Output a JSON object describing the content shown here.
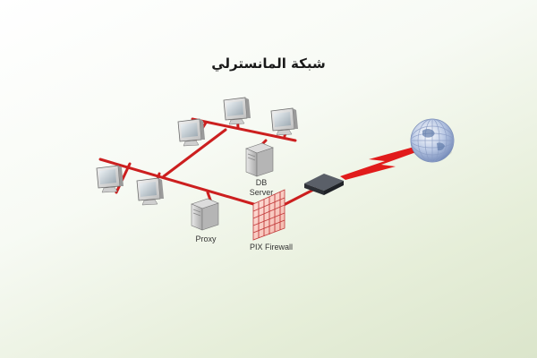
{
  "diagram": {
    "title": "شبكة المانسترلي",
    "labels": {
      "db_server": "DB\nServer",
      "proxy": "Proxy",
      "firewall": "PIX Firewall"
    },
    "colors": {
      "cable": "#cc1f1f",
      "lightning": "#e11b1b",
      "router": "#3b3f47",
      "firewall": "#c23a3a"
    }
  }
}
